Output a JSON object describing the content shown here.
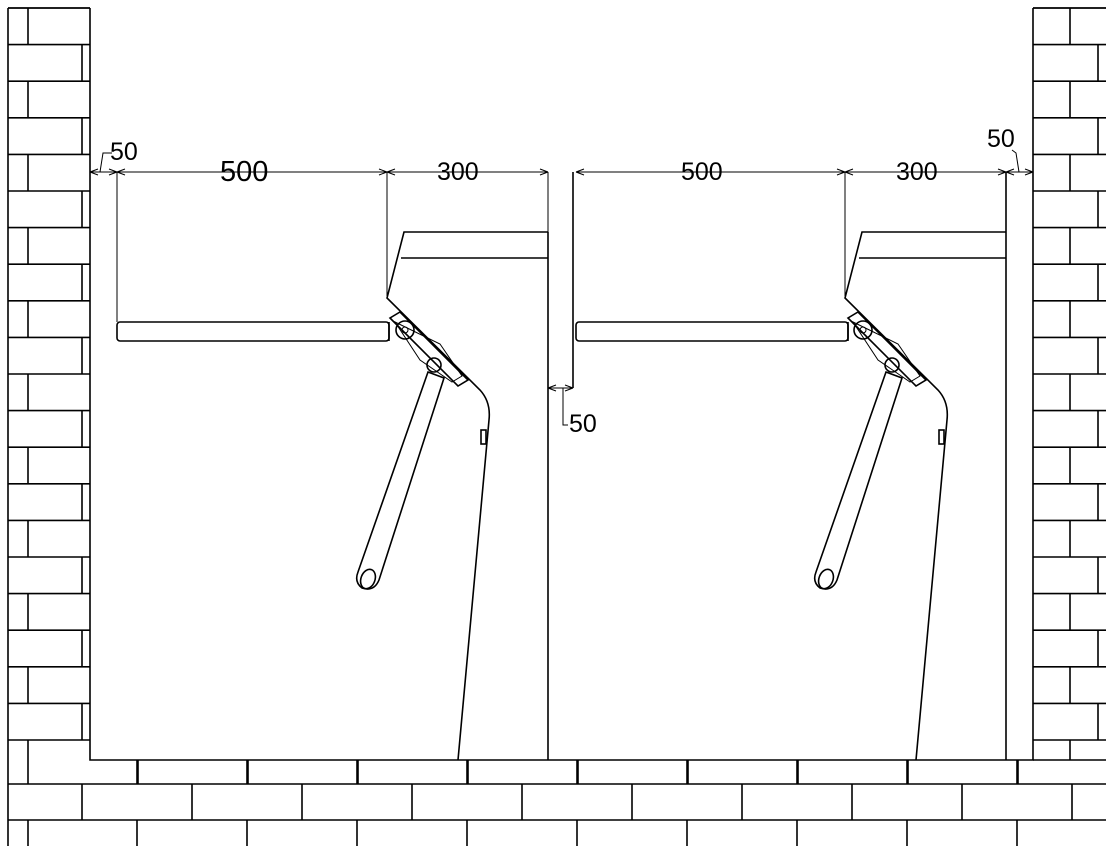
{
  "dimensions": {
    "left_wall_gap": "50",
    "left_arm_length": "500",
    "left_body_width": "300",
    "center_gap": "50",
    "right_arm_length": "500",
    "right_body_width": "300",
    "right_wall_gap": "50"
  },
  "colors": {
    "line": "#000000",
    "background": "#ffffff"
  }
}
